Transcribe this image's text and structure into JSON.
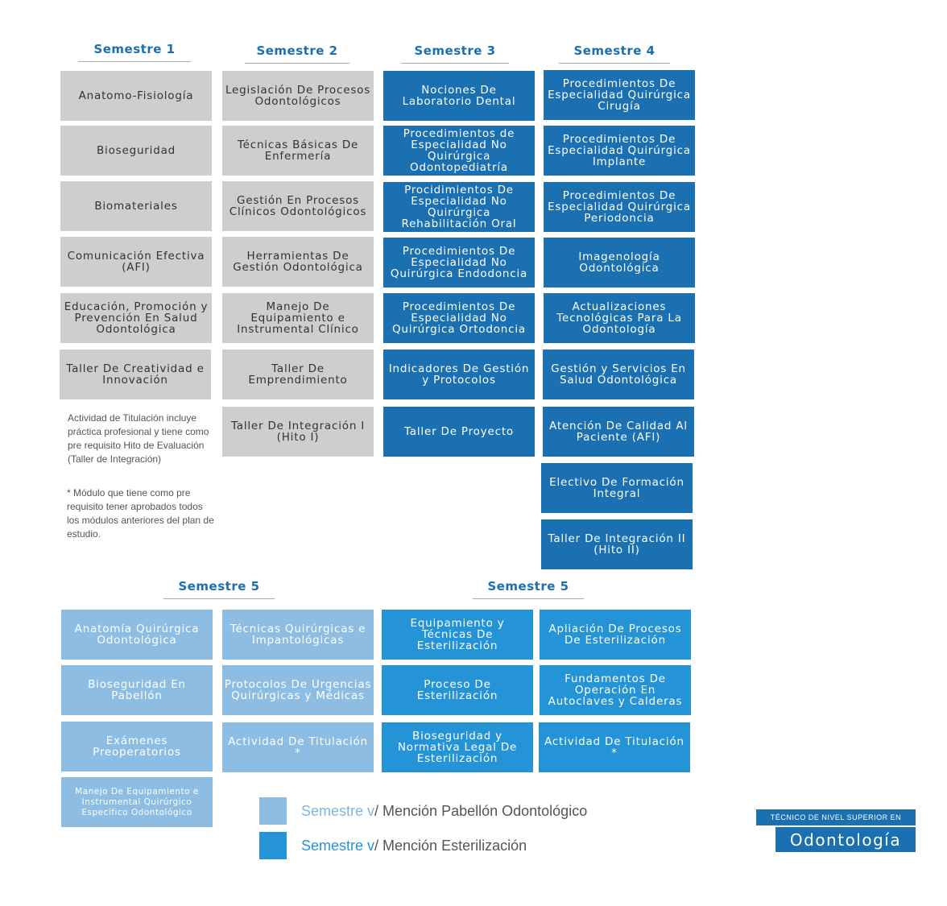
{
  "headers": {
    "s1": "Semestre 1",
    "s2": "Semestre 2",
    "s3": "Semestre 3",
    "s4": "Semestre 4",
    "s5a": "Semestre 5",
    "s5b": "Semestre 5"
  },
  "s1": [
    "Anatomo-Fisiología",
    "Bioseguridad",
    "Biomateriales",
    "Comunicación Efectiva (AFI)",
    "Educación, Promoción y Prevención En Salud Odontológica",
    "Taller De Creatividad e Innovación"
  ],
  "s2": [
    "Legislación De Procesos Odontológicos",
    "Técnicas Básicas De Enfermería",
    "Gestión En Procesos Clínicos Odontológicos",
    "Herramientas De Gestión Odontológica",
    "Manejo De Equipamiento e Instrumental Clínico",
    "Taller De Emprendimiento",
    "Taller De Integración I (Hito I)"
  ],
  "s3": [
    "Nociones De Laboratorio Dental",
    "Procedimientos de Especialidad No Quirúrgica Odontopediatría",
    "Procidimientos De Especialidad No Quirúrgica Rehabilitación Oral",
    "Procedimientos De Especialidad No Quirúrgica Endodoncia",
    "Procedimientos De Especialidad No Quirúrgica Ortodoncia",
    "Indicadores De Gestión y Protocolos",
    "Taller De Proyecto"
  ],
  "s4": [
    "Procedimientos De Especialidad Quirúrgica Cirugía",
    "Procedimientos De Especialidad Quirúrgica Implante",
    "Procedimientos De Especialidad Quirúrgica Periodoncia",
    "Imagenología Odontológica",
    "Actualizaciones Tecnológicas Para La Odontología",
    "Gestión y Servicios En Salud Odontológica",
    "Atención De Calidad Al Paciente (AFI)",
    "Electivo De Formación Integral",
    "Taller De Integración II (Hito II)"
  ],
  "s5_pab_col1": [
    "Anatomía Quirúrgica Odontológica",
    "Bioseguridad En Pabellón",
    "Exámenes Preoperatorios",
    "Manejo De Equipamiento e Instrumental Quirúrgico Específico Odontológico"
  ],
  "s5_pab_col2": [
    "Técnicas Quirúrgicas e Impantológicas",
    "Protocolos De Urgencias Quirúrgicas y Médicas",
    "Actividad De Titulación *"
  ],
  "s5_est_col1": [
    "Equipamiento y Técnicas De Esterilización",
    "Proceso De Esterilización",
    "Bioseguridad y Normativa Legal De Esterilización"
  ],
  "s5_est_col2": [
    "Apliación De Procesos De Esterilización",
    "Fundamentos De Operación En Autoclaves y Calderas",
    "Actividad De Titulación *"
  ],
  "notes": {
    "n1": "Actividad de Titulación incluye práctica profesional y tiene como pre requisito Hito de Evaluación (Taller de Integración)",
    "n2": "* Módulo que tiene como pre requisito tener aprobados todos los módulos anteriores del plan de estudio."
  },
  "legend": {
    "l1a": "Semestre v",
    "l1b": " / Mención Pabellón Odontológico",
    "l2a": "Semestre v",
    "l2b": " / Mención Esterilización"
  },
  "brand": {
    "top": "TÉCNICO DE NIVEL SUPERIOR EN",
    "main": "Odontología"
  },
  "colors": {
    "gray": "#cecece",
    "dark_blue": "#1a70b0",
    "light_blue": "#8dbde2",
    "mid_blue": "#2594d6",
    "header_blue": "#1a6fae"
  }
}
